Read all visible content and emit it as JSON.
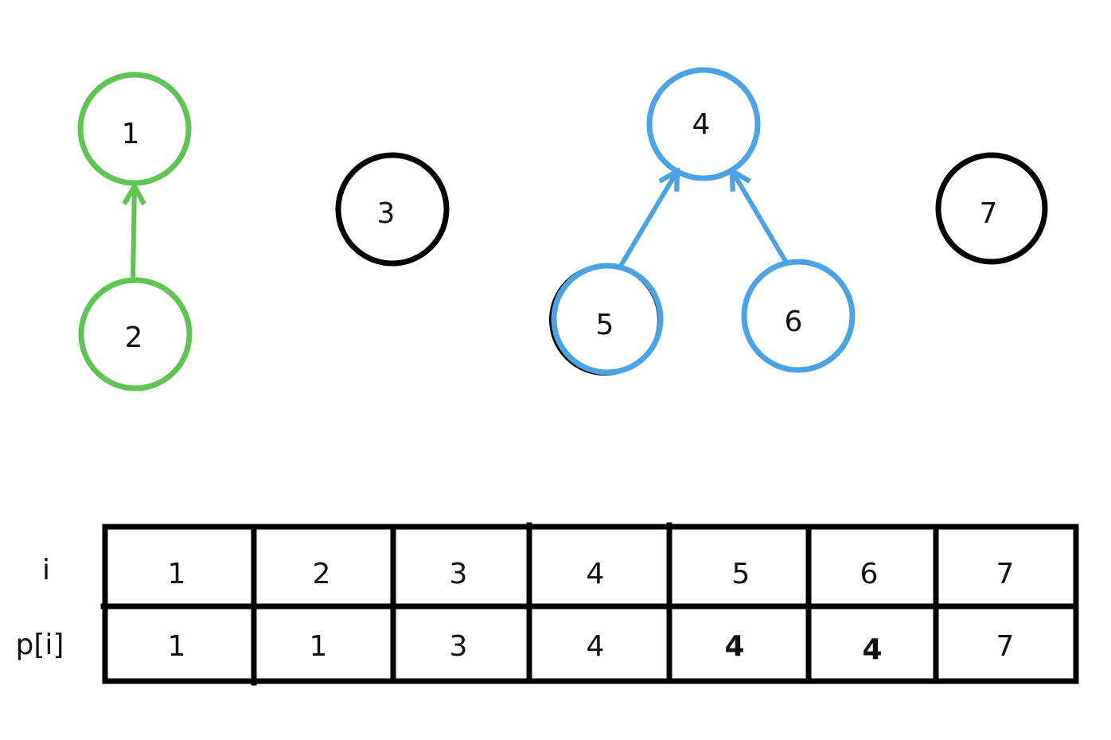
{
  "colors": {
    "green": "#5ec454",
    "blue": "#4ba3e6",
    "black": "#000000",
    "highlight": "#e03a3a",
    "text": "#111111"
  },
  "nodes": [
    {
      "label": "1",
      "color": "green"
    },
    {
      "label": "2",
      "color": "green"
    },
    {
      "label": "3",
      "color": "black"
    },
    {
      "label": "4",
      "color": "blue"
    },
    {
      "label": "5",
      "color": "blue"
    },
    {
      "label": "6",
      "color": "blue"
    },
    {
      "label": "7",
      "color": "black"
    }
  ],
  "edges": [
    {
      "from": "2",
      "to": "1",
      "color": "green"
    },
    {
      "from": "5",
      "to": "4",
      "color": "blue"
    },
    {
      "from": "6",
      "to": "4",
      "color": "blue"
    }
  ],
  "table": {
    "row_labels": [
      "i",
      "p[i]"
    ],
    "i": [
      "1",
      "2",
      "3",
      "4",
      "5",
      "6",
      "7"
    ],
    "p": [
      "1",
      "1",
      "3",
      "4",
      "4",
      "4",
      "7"
    ],
    "highlighted_p": [
      false,
      false,
      false,
      false,
      true,
      true,
      false
    ]
  }
}
